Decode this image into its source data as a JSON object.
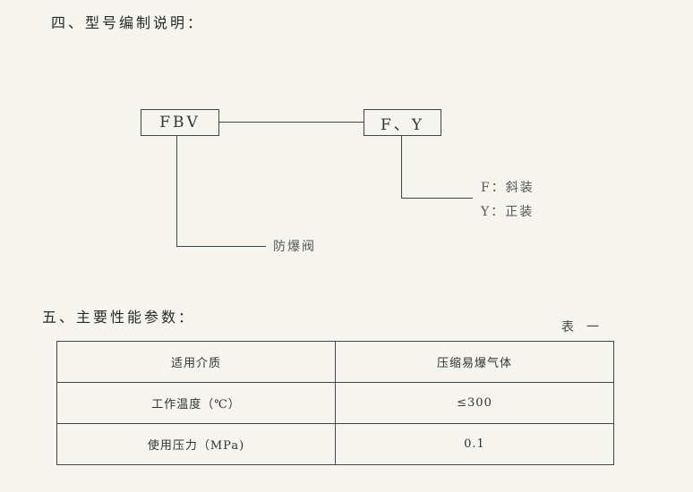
{
  "section4": {
    "heading": "四、型号编制说明：",
    "model_box": "FBV",
    "suffix_box": "F、Y",
    "product_label": "防爆阀",
    "options": [
      {
        "code": "F：",
        "meaning": "斜装"
      },
      {
        "code": "Y：",
        "meaning": "正装"
      }
    ]
  },
  "section5": {
    "heading": "五、主要性能参数：",
    "table_caption": "表　一",
    "table": {
      "rows": [
        {
          "param": "适用介质",
          "value": "压缩易爆气体"
        },
        {
          "param": "工作温度（℃）",
          "value": "≤300"
        },
        {
          "param": "使用压力（MPa)",
          "value": "0.1"
        }
      ]
    }
  }
}
